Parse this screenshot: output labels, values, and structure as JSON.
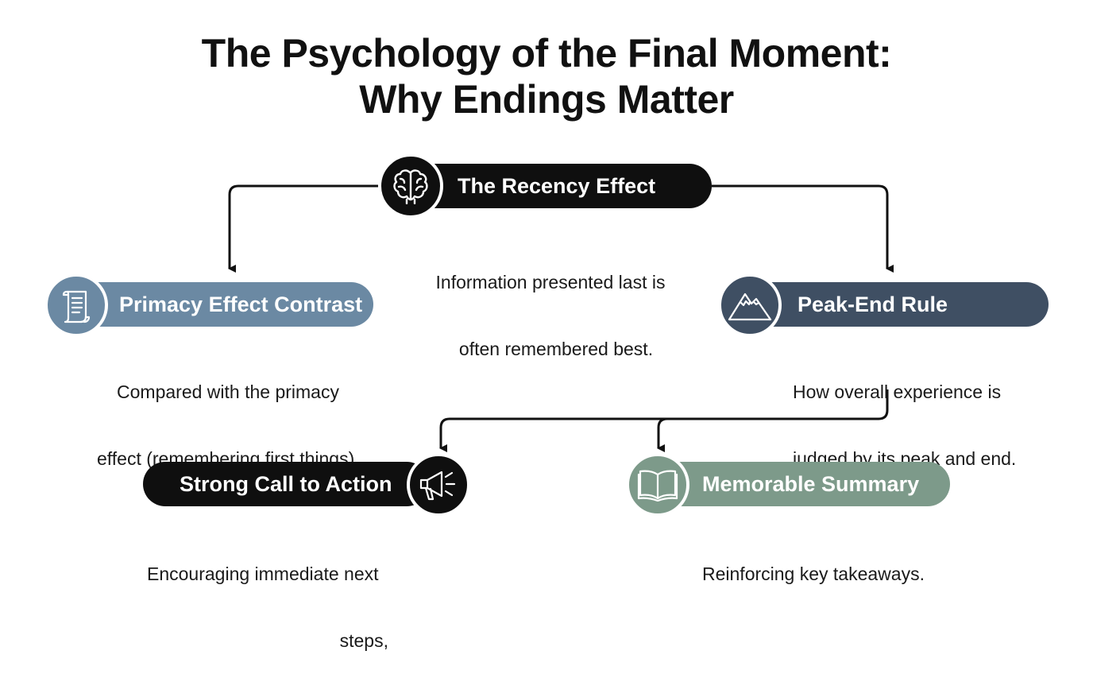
{
  "title": {
    "line1": "The Psychology of the Final Moment:",
    "line2": "Why Endings Matter"
  },
  "nodes": {
    "recency": {
      "label": "The Recency Effect",
      "desc_line1": "Information presented last is",
      "desc_line2": "often remembered best.",
      "icon": "brain-icon",
      "color": "#0f0f0f"
    },
    "primacy": {
      "label": "Primacy Effect Contrast",
      "desc_line1": "Compared with the primacy",
      "desc_line2": "effect (remembering first things),",
      "icon": "scroll-icon",
      "color": "#6b89a3"
    },
    "peak_end": {
      "label": "Peak-End Rule",
      "desc_line1": "How overall experience is",
      "desc_line2": "judged by its peak and end.",
      "icon": "mountain-icon",
      "color": "#3f4f63"
    },
    "call_to_action": {
      "label": "Strong Call to Action",
      "desc_line1": "Encouraging immediate next",
      "desc_line2": "steps,",
      "icon": "megaphone-icon",
      "color": "#0f0f0f"
    },
    "summary": {
      "label": "Memorable Summary",
      "desc_line1": "Reinforcing key takeaways.",
      "icon": "book-icon",
      "color": "#7d9a8a"
    }
  }
}
